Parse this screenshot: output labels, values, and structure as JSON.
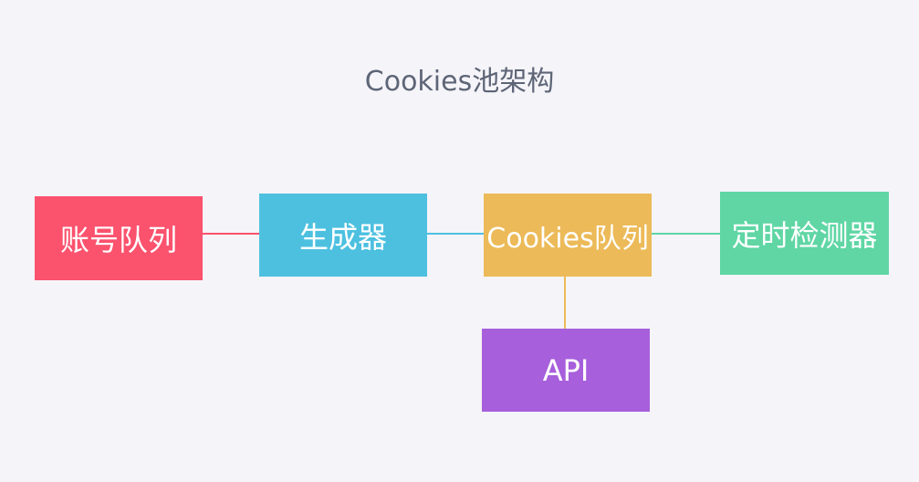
{
  "title": "Cookies池架构",
  "nodes": {
    "account_queue": {
      "label": "账号队列",
      "color": "#fb526e"
    },
    "generator": {
      "label": "生成器",
      "color": "#4dc0e0"
    },
    "cookies_queue": {
      "label": "Cookies队列",
      "color": "#ecba58"
    },
    "timed_checker": {
      "label": "定时检测器",
      "color": "#5fd6a4"
    },
    "api": {
      "label": "API",
      "color": "#a75fdc"
    }
  },
  "edges": [
    {
      "from": "账号队列",
      "to": "生成器",
      "color": "#fb526e"
    },
    {
      "from": "生成器",
      "to": "Cookies队列",
      "color": "#4dc0e0"
    },
    {
      "from": "Cookies队列",
      "to": "定时检测器",
      "color": "#5fd6a4"
    },
    {
      "from": "Cookies队列",
      "to": "API",
      "color": "#ecba58"
    }
  ]
}
